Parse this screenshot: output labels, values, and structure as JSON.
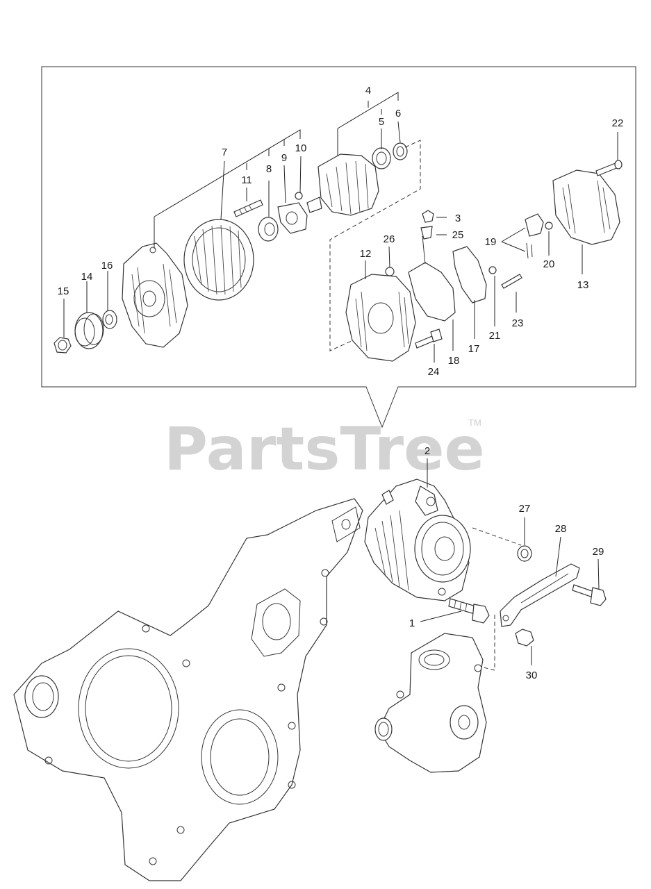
{
  "watermark": {
    "text": "PartsTree",
    "trademark": "TM"
  },
  "callouts": [
    {
      "id": "c1",
      "text": "1"
    },
    {
      "id": "c2",
      "text": "2"
    },
    {
      "id": "c3",
      "text": "3"
    },
    {
      "id": "c4",
      "text": "4"
    },
    {
      "id": "c5",
      "text": "5"
    },
    {
      "id": "c6",
      "text": "6"
    },
    {
      "id": "c7",
      "text": "7"
    },
    {
      "id": "c8",
      "text": "8"
    },
    {
      "id": "c9",
      "text": "9"
    },
    {
      "id": "c10",
      "text": "10"
    },
    {
      "id": "c11",
      "text": "11"
    },
    {
      "id": "c12",
      "text": "12"
    },
    {
      "id": "c13",
      "text": "13"
    },
    {
      "id": "c14",
      "text": "14"
    },
    {
      "id": "c15",
      "text": "15"
    },
    {
      "id": "c16",
      "text": "16"
    },
    {
      "id": "c17",
      "text": "17"
    },
    {
      "id": "c18",
      "text": "18"
    },
    {
      "id": "c19",
      "text": "19"
    },
    {
      "id": "c20",
      "text": "20"
    },
    {
      "id": "c21",
      "text": "21"
    },
    {
      "id": "c22",
      "text": "22"
    },
    {
      "id": "c23",
      "text": "23"
    },
    {
      "id": "c24",
      "text": "24"
    },
    {
      "id": "c25",
      "text": "25"
    },
    {
      "id": "c26",
      "text": "26"
    },
    {
      "id": "c27",
      "text": "27"
    },
    {
      "id": "c28",
      "text": "28"
    },
    {
      "id": "c29",
      "text": "29"
    },
    {
      "id": "c30",
      "text": "30"
    }
  ]
}
